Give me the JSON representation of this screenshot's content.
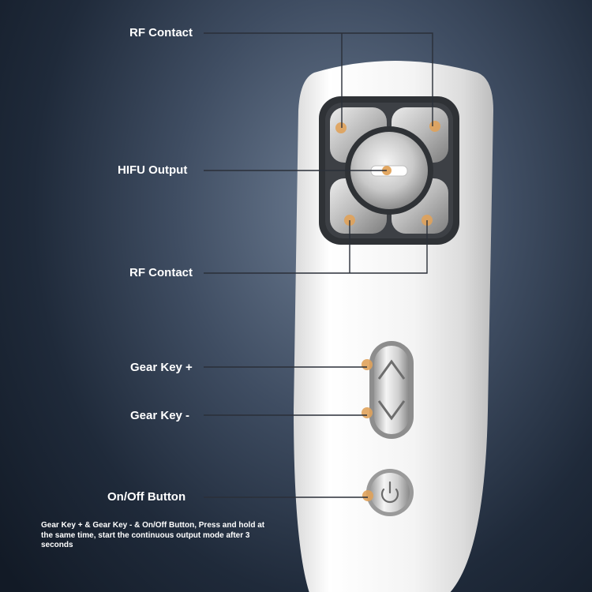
{
  "labels": {
    "rf_contact_top": "RF Contact",
    "hifu_output": "HIFU Output",
    "rf_contact_bottom": "RF Contact",
    "gear_key_plus": "Gear Key +",
    "gear_key_minus": "Gear Key -",
    "on_off_button": "On/Off Button"
  },
  "note": "Gear Key + & Gear Key - & On/Off Button, Press and hold at the same time, start the continuous output mode after 3 seconds",
  "colors": {
    "background": "#2b3546",
    "device_body": "#f2f2f2",
    "contact_dot": "#e0a25a",
    "leader_line": "#2a2f38"
  },
  "icons": {
    "power": "power-icon"
  }
}
